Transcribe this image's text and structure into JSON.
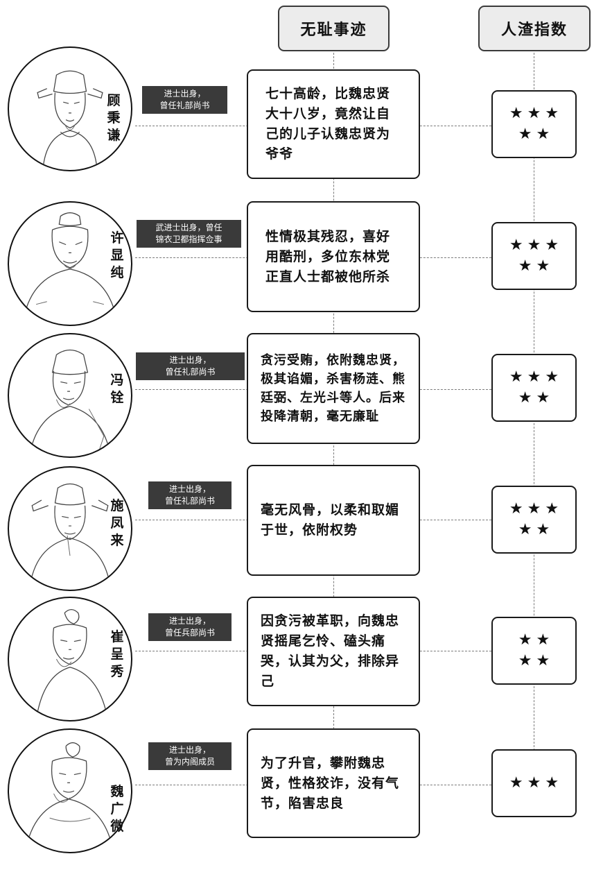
{
  "headers": {
    "deeds": "无耻事迹",
    "rating": "人渣指数"
  },
  "star_glyph": "★",
  "people": [
    {
      "name": "顾秉谦",
      "badge": [
        "进士出身，",
        "曾任礼部尚书"
      ],
      "deed": "七十高龄，比魏忠贤大十八岁，竟然让自己的儿子认魏忠贤为爷爷",
      "stars": 5
    },
    {
      "name": "许显纯",
      "badge": [
        "武进士出身，曾任",
        "锦衣卫都指挥佥事"
      ],
      "deed": "性情极其残忍，喜好用酷刑，多位东林党正直人士都被他所杀",
      "stars": 5
    },
    {
      "name": "冯铨",
      "badge": [
        "进士出身，",
        "曾任礼部尚书"
      ],
      "deed": "贪污受贿，依附魏忠贤，极其谄媚，杀害杨涟、熊廷弼、左光斗等人。后来投降清朝，毫无廉耻",
      "stars": 5
    },
    {
      "name": "施凤来",
      "badge": [
        "进士出身，",
        "曾任礼部尚书"
      ],
      "deed": "毫无风骨，以柔和取媚于世，依附权势",
      "stars": 5
    },
    {
      "name": "崔呈秀",
      "badge": [
        "进士出身，",
        "曾任兵部尚书"
      ],
      "deed": "因贪污被革职，向魏忠贤摇尾乞怜、磕头痛哭，认其为父，排除异己",
      "stars": 4
    },
    {
      "name": "魏广微",
      "badge": [
        "进士出身，",
        "曾为内阁成员"
      ],
      "deed": "为了升官，攀附魏忠贤，性格狡诈，没有气节，陷害忠良",
      "stars": 3
    }
  ]
}
